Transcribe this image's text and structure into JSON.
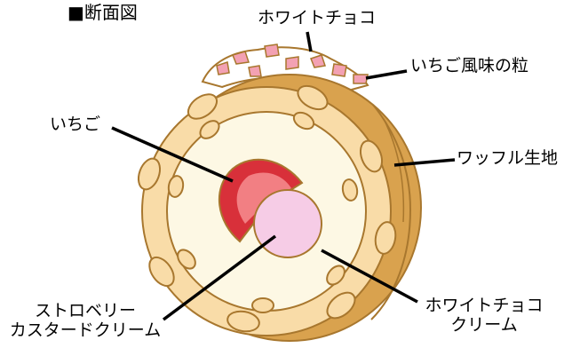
{
  "title": "■断面図",
  "labels": {
    "white_choco": "ホワイトチョコ",
    "strawberry_flavor_grains": "いちご風味の粒",
    "strawberry": "いちご",
    "waffle_dough": "ワッフル生地",
    "strawberry_custard_line1": "ストロベリー",
    "strawberry_custard_line2": "カスタードクリーム",
    "white_choco_cream_line1": "ホワイトチョコ",
    "white_choco_cream_line2": "クリーム"
  },
  "colors": {
    "waffle_outer": "#d9a24e",
    "waffle_inner": "#f9dca8",
    "cream": "#fdf8e4",
    "strawberry_dark": "#d8303a",
    "strawberry_light": "#f27f83",
    "custard": "#f6cce6",
    "topping_pink": "#f3a1b3",
    "outline": "#a8772e"
  }
}
